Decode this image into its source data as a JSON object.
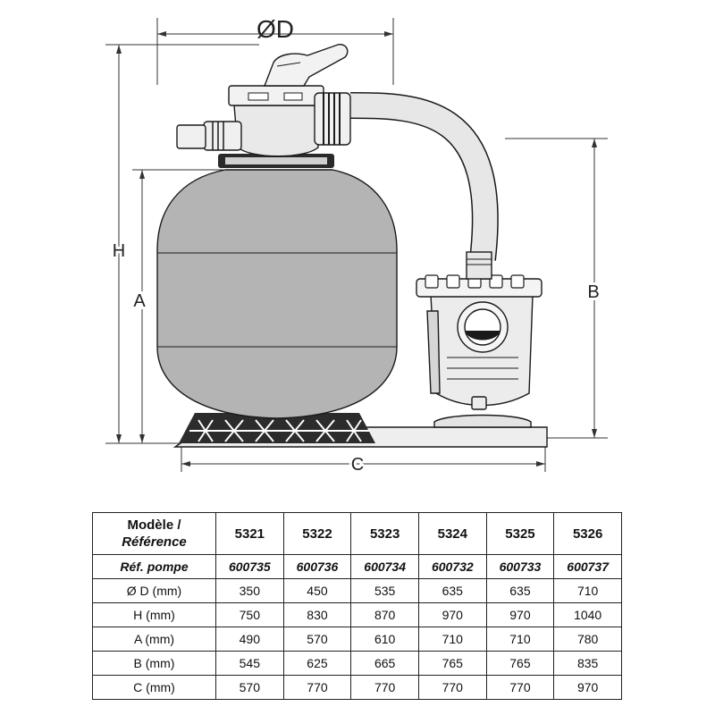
{
  "diagram": {
    "labels": {
      "diameter": "ØD",
      "height_total": "H",
      "height_tank": "A",
      "height_pump": "B",
      "width": "C"
    }
  },
  "table": {
    "header_label_line1": "Modèle /",
    "header_label_line2": "Référence",
    "models": [
      "5321",
      "5322",
      "5323",
      "5324",
      "5325",
      "5326"
    ],
    "rows": [
      {
        "label": "Réf. pompe",
        "values": [
          "600735",
          "600736",
          "600734",
          "600732",
          "600733",
          "600737"
        ]
      },
      {
        "label": "Ø D (mm)",
        "values": [
          "350",
          "450",
          "535",
          "635",
          "635",
          "710"
        ]
      },
      {
        "label": "H (mm)",
        "values": [
          "750",
          "830",
          "870",
          "970",
          "970",
          "1040"
        ]
      },
      {
        "label": "A (mm)",
        "values": [
          "490",
          "570",
          "610",
          "710",
          "710",
          "780"
        ]
      },
      {
        "label": "B (mm)",
        "values": [
          "545",
          "625",
          "665",
          "765",
          "765",
          "835"
        ]
      },
      {
        "label": "C (mm)",
        "values": [
          "570",
          "770",
          "770",
          "770",
          "770",
          "970"
        ]
      }
    ]
  }
}
